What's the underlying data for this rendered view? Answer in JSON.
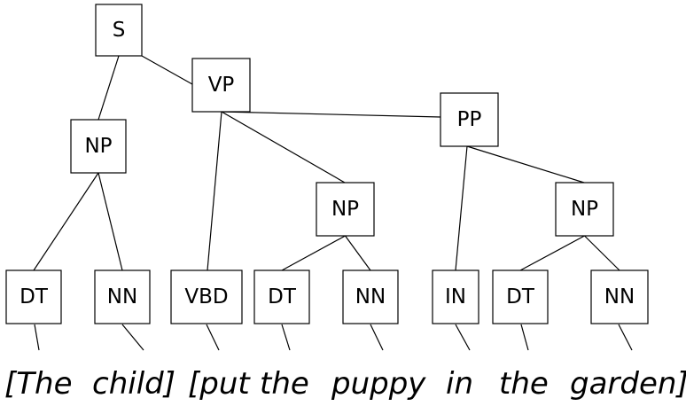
{
  "tree": {
    "nodes": [
      {
        "id": "s",
        "label": "S"
      },
      {
        "id": "np1",
        "label": "NP"
      },
      {
        "id": "vp",
        "label": "VP"
      },
      {
        "id": "pp",
        "label": "PP"
      },
      {
        "id": "np2",
        "label": "NP"
      },
      {
        "id": "np3",
        "label": "NP"
      },
      {
        "id": "dt1",
        "label": "DT"
      },
      {
        "id": "nn1",
        "label": "NN"
      },
      {
        "id": "vbd",
        "label": "VBD"
      },
      {
        "id": "dt2",
        "label": "DT"
      },
      {
        "id": "nn2",
        "label": "NN"
      },
      {
        "id": "in",
        "label": "IN"
      },
      {
        "id": "dt3",
        "label": "DT"
      },
      {
        "id": "nn3",
        "label": "NN"
      }
    ],
    "edges": [
      [
        "s",
        "np1"
      ],
      [
        "s",
        "vp"
      ],
      [
        "np1",
        "dt1"
      ],
      [
        "np1",
        "nn1"
      ],
      [
        "vp",
        "vbd"
      ],
      [
        "vp",
        "np2"
      ],
      [
        "vp",
        "pp"
      ],
      [
        "np2",
        "dt2"
      ],
      [
        "np2",
        "nn2"
      ],
      [
        "pp",
        "in"
      ],
      [
        "pp",
        "np3"
      ],
      [
        "np3",
        "dt3"
      ],
      [
        "np3",
        "nn3"
      ]
    ],
    "words": [
      "[The",
      "child]",
      "[put",
      "the",
      "puppy",
      "in",
      "the",
      "garden]"
    ]
  }
}
